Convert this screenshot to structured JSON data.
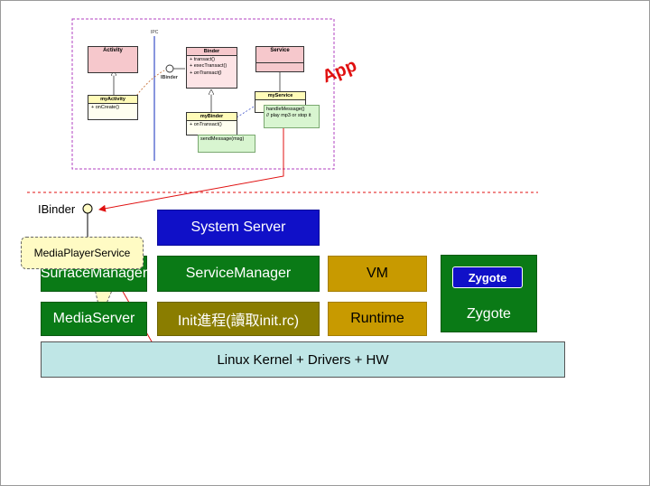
{
  "app_label": "App",
  "uml": {
    "ipc_label": "IPC",
    "ibinder_label": "IBinder",
    "activity": {
      "name": "Activity"
    },
    "my_activity": {
      "name": "myActivity",
      "methods": [
        "+ onCreate()"
      ]
    },
    "binder": {
      "name": "Binder",
      "methods": [
        "+ transact()",
        "+ execTransact()",
        "+ onTransact()"
      ]
    },
    "my_binder": {
      "name": "myBinder",
      "methods": [
        "+ onTransact()"
      ]
    },
    "service": {
      "name": "Service"
    },
    "my_service": {
      "name": "myService"
    },
    "note_send": "sendMessage(msg)",
    "note_handle_line1": "handleMessage()",
    "note_handle_line2": "// play mp3 or stop it"
  },
  "stack": {
    "ibinder_label": "IBinder",
    "system_server": "System Server",
    "surface_manager": "SurfaceManager",
    "service_manager": "ServiceManager",
    "vm": "VM",
    "zygote_badge": "Zygote",
    "zygote": "Zygote",
    "media_server": "MediaServer",
    "init": "Init進程(讀取init.rc)",
    "runtime": "Runtime",
    "kernel": "Linux Kernel + Drivers + HW",
    "callout": "MediaPlayerService"
  },
  "colors": {
    "green": "#0a7a16",
    "gold": "#c89a00",
    "olive": "#8a7d00",
    "blue": "#1010c8",
    "kernel": "#bfe6e6",
    "app_red": "#e01010"
  }
}
